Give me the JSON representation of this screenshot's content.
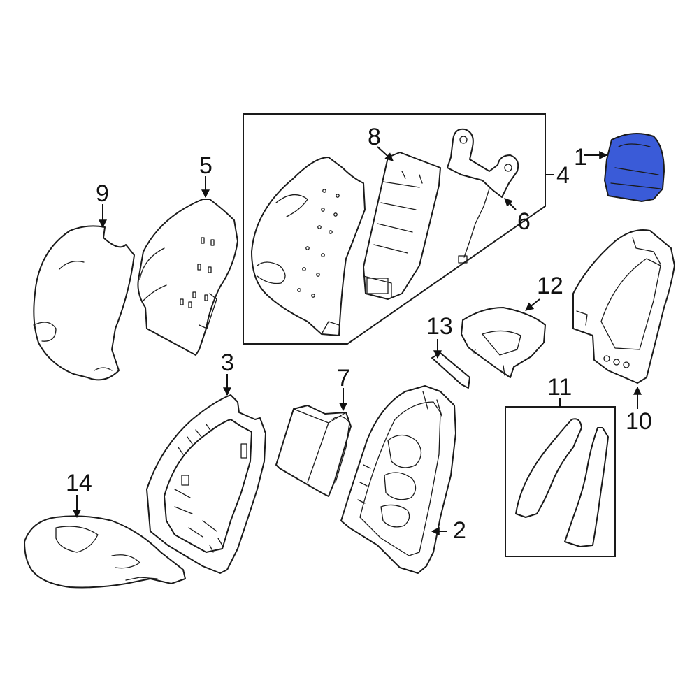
{
  "diagram": {
    "highlight_color": "#3a5bd8",
    "line_color": "#1a1a1a",
    "parts": [
      {
        "id": "p1",
        "callout": "1"
      },
      {
        "id": "p2",
        "callout": "2"
      },
      {
        "id": "p3",
        "callout": "3"
      },
      {
        "id": "p4",
        "callout": "4"
      },
      {
        "id": "p5",
        "callout": "5"
      },
      {
        "id": "p6",
        "callout": "6"
      },
      {
        "id": "p7",
        "callout": "7"
      },
      {
        "id": "p8",
        "callout": "8"
      },
      {
        "id": "p9",
        "callout": "9"
      },
      {
        "id": "p10",
        "callout": "10"
      },
      {
        "id": "p11",
        "callout": "11"
      },
      {
        "id": "p12",
        "callout": "12"
      },
      {
        "id": "p13",
        "callout": "13"
      },
      {
        "id": "p14",
        "callout": "14"
      }
    ]
  }
}
